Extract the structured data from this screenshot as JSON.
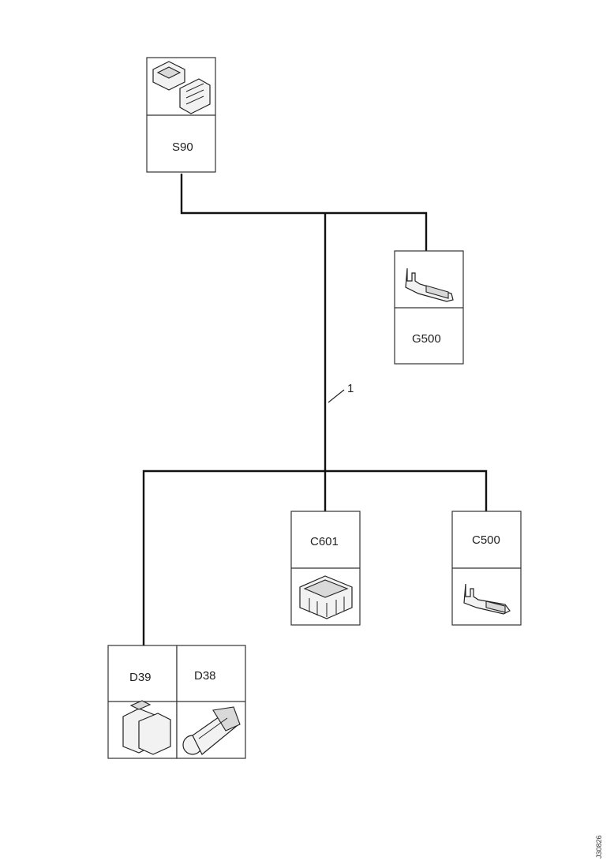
{
  "components": {
    "s90": {
      "label": "S90",
      "icon": "switch-connector-icon"
    },
    "g500": {
      "label": "G500",
      "icon": "terminal-contact-icon"
    },
    "c601": {
      "label": "C601",
      "icon": "multi-pin-connector-icon"
    },
    "c500": {
      "label": "C500",
      "icon": "terminal-contact-icon"
    },
    "d39": {
      "label": "D39",
      "icon": "relay-unit-icon"
    },
    "d38": {
      "label": "D38",
      "icon": "motor-actuator-icon"
    }
  },
  "wire_callout": "1",
  "drawing_ref": "J30826"
}
